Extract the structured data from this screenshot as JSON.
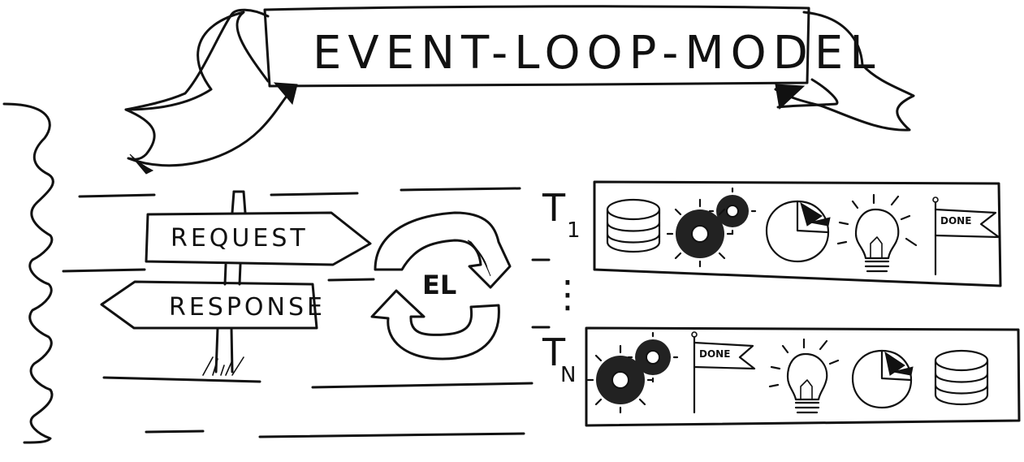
{
  "title": "EVENT-LOOP-MODEL",
  "signpost": {
    "request_label": "REQUEST",
    "response_label": "RESPONSE"
  },
  "event_loop": {
    "label": "EL"
  },
  "threads": {
    "first": {
      "letter": "T",
      "subscript": "1"
    },
    "last": {
      "letter": "T",
      "subscript": "N"
    },
    "ellipsis": "⋮"
  },
  "task_rows": [
    {
      "items": [
        "database-icon",
        "gears-icon",
        "pie-chart-icon",
        "lightbulb-icon",
        "done-flag-icon"
      ]
    },
    {
      "items": [
        "gears-icon",
        "done-flag-icon",
        "lightbulb-icon",
        "pie-chart-icon",
        "database-icon"
      ]
    }
  ],
  "flag_label": "DONE"
}
